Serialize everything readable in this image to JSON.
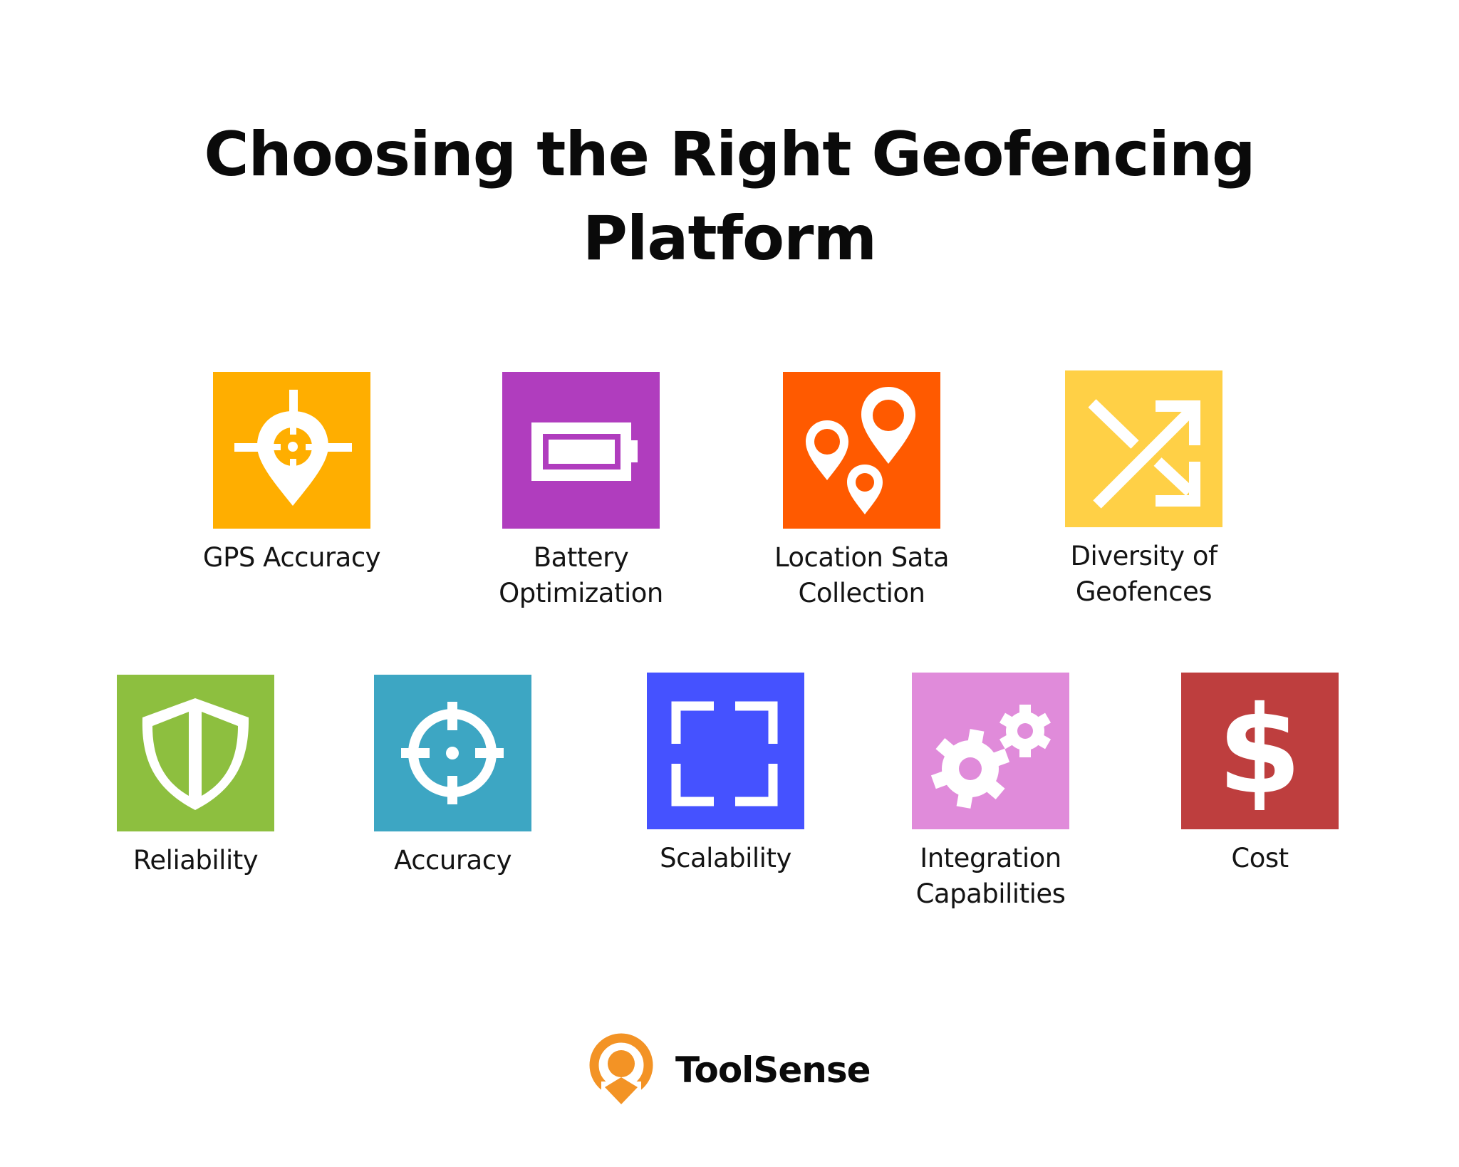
{
  "title": {
    "line1": "Choosing the Right Geofencing",
    "line2": "Platform"
  },
  "features": [
    {
      "label_lines": [
        "GPS Accuracy"
      ],
      "icon": "gps-pin-crosshair-icon",
      "color": "#FFAE00"
    },
    {
      "label_lines": [
        "Battery",
        "Optimization"
      ],
      "icon": "battery-icon",
      "color": "#B03DBE"
    },
    {
      "label_lines": [
        "Location Sata",
        "Collection"
      ],
      "icon": "location-pins-icon",
      "color": "#FF5A00"
    },
    {
      "label_lines": [
        "Diversity of",
        "Geofences"
      ],
      "icon": "shuffle-arrows-icon",
      "color": "#FFD046"
    },
    {
      "label_lines": [
        "Reliability"
      ],
      "icon": "shield-icon",
      "color": "#8DBF3F"
    },
    {
      "label_lines": [
        "Accuracy"
      ],
      "icon": "crosshair-icon",
      "color": "#3DA6C3"
    },
    {
      "label_lines": [
        "Scalability"
      ],
      "icon": "expand-frame-icon",
      "color": "#4552FF"
    },
    {
      "label_lines": [
        "Integration",
        "Capabilities"
      ],
      "icon": "gears-icon",
      "color": "#E08BDA"
    },
    {
      "label_lines": [
        "Cost"
      ],
      "icon": "dollar-icon",
      "color": "#BE3E3E"
    }
  ],
  "brand": {
    "name": "ToolSense",
    "color": "#F39325"
  }
}
